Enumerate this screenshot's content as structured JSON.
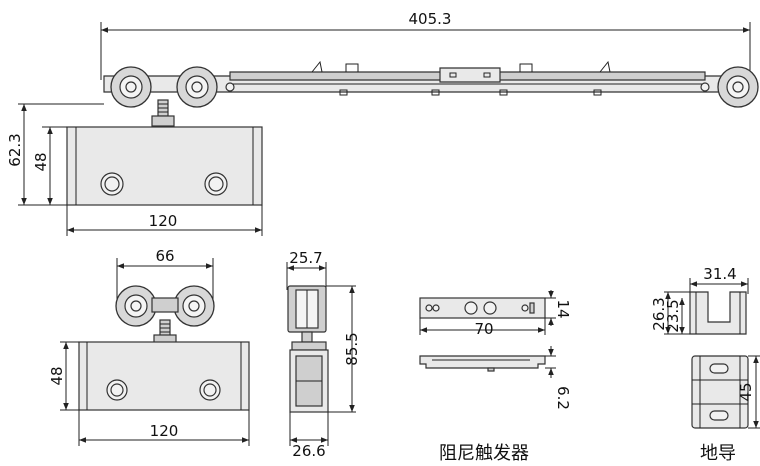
{
  "dimensions": {
    "track_length": "405.3",
    "total_height": "62.3",
    "box_height": "48",
    "box_width": "120",
    "wheel_span": "66",
    "side_box_height": "48",
    "side_box_width": "120",
    "side_top_width": "25.7",
    "side_height": "85.5",
    "side_bottom_width": "26.6",
    "damper_length": "70",
    "damper_height": "14",
    "damper_thickness": "6.2",
    "guide_width": "31.4",
    "guide_height_outer": "26.3",
    "guide_height_inner": "23.5",
    "guide_length": "45"
  },
  "captions": {
    "damper": "阻尼触发器",
    "guide": "地导"
  }
}
